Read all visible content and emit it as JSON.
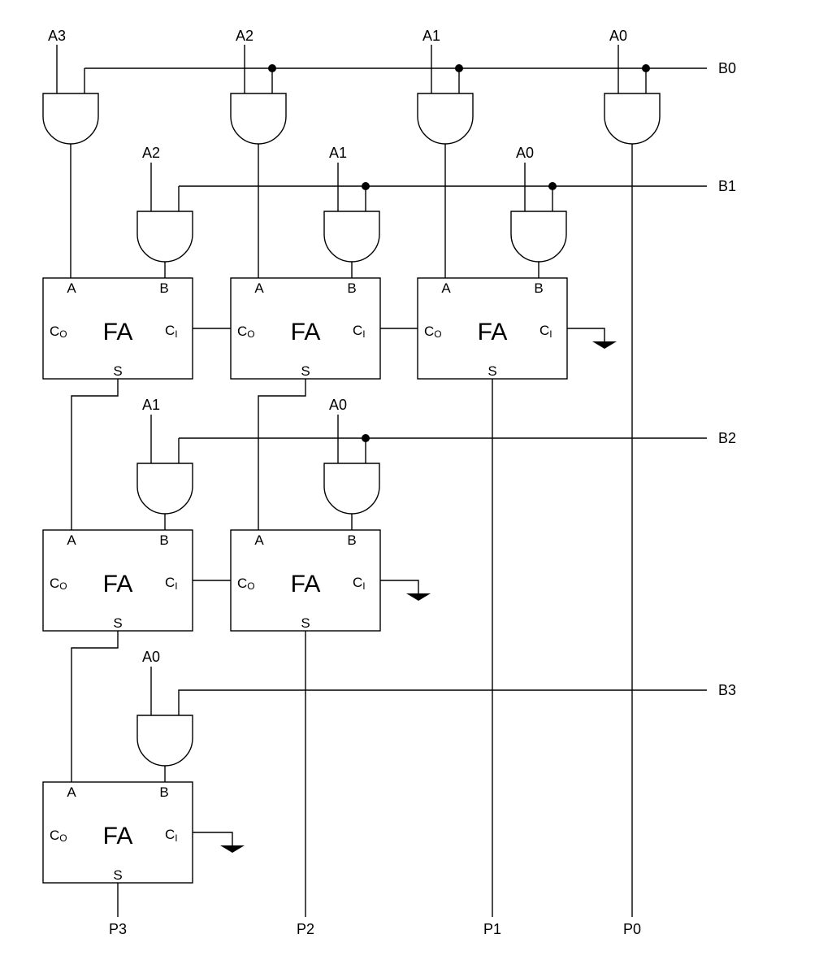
{
  "diagram": {
    "row0_inputs": [
      "A3",
      "A2",
      "A1",
      "A0"
    ],
    "row1_inputs": [
      "A2",
      "A1",
      "A0"
    ],
    "row2_inputs": [
      "A1",
      "A0"
    ],
    "row3_inputs": [
      "A0"
    ],
    "b_inputs": [
      "B0",
      "B1",
      "B2",
      "B3"
    ],
    "outputs": [
      "P3",
      "P2",
      "P1",
      "P0"
    ],
    "adder": {
      "name": "FA",
      "pin_a": "A",
      "pin_b": "B",
      "pin_s": "S",
      "carry_out_main": "C",
      "carry_out_sub": "O",
      "carry_in_main": "C",
      "carry_in_sub": "I"
    }
  }
}
